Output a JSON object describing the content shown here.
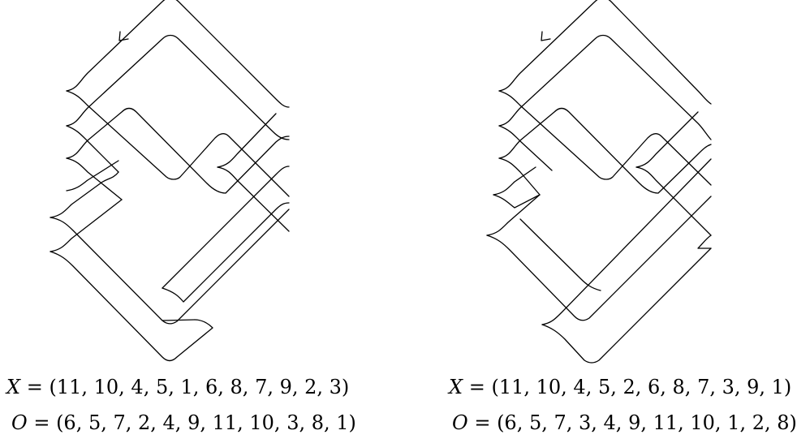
{
  "left": {
    "x_var": "X",
    "x_seq": "= (11, 10, 4, 5, 1, 6, 8, 7, 9, 2, 3)",
    "o_var": "O",
    "o_seq": "= (6, 5, 7, 2, 4, 9, 11, 10, 3, 8, 1)"
  },
  "right": {
    "x_var": "X",
    "x_seq": "= (11, 10, 4, 5, 2, 6, 8, 7, 3, 9, 1)",
    "o_var": "O",
    "o_seq": "= (6, 5, 7, 3, 4, 9, 11, 10, 1, 2, 8)"
  },
  "colors": {
    "stroke": "#000000",
    "background": "#ffffff"
  }
}
